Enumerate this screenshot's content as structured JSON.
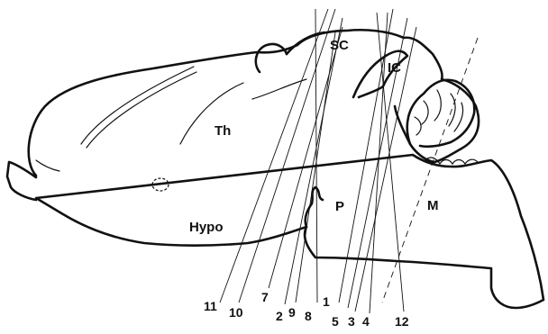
{
  "regions": {
    "sc": "SC",
    "ic": "IC",
    "th": "Th",
    "p": "P",
    "m": "M",
    "hypo": "Hypo"
  },
  "tracks": [
    "11",
    "10",
    "7",
    "2",
    "9",
    "8",
    "1",
    "5",
    "3",
    "4",
    "12"
  ]
}
